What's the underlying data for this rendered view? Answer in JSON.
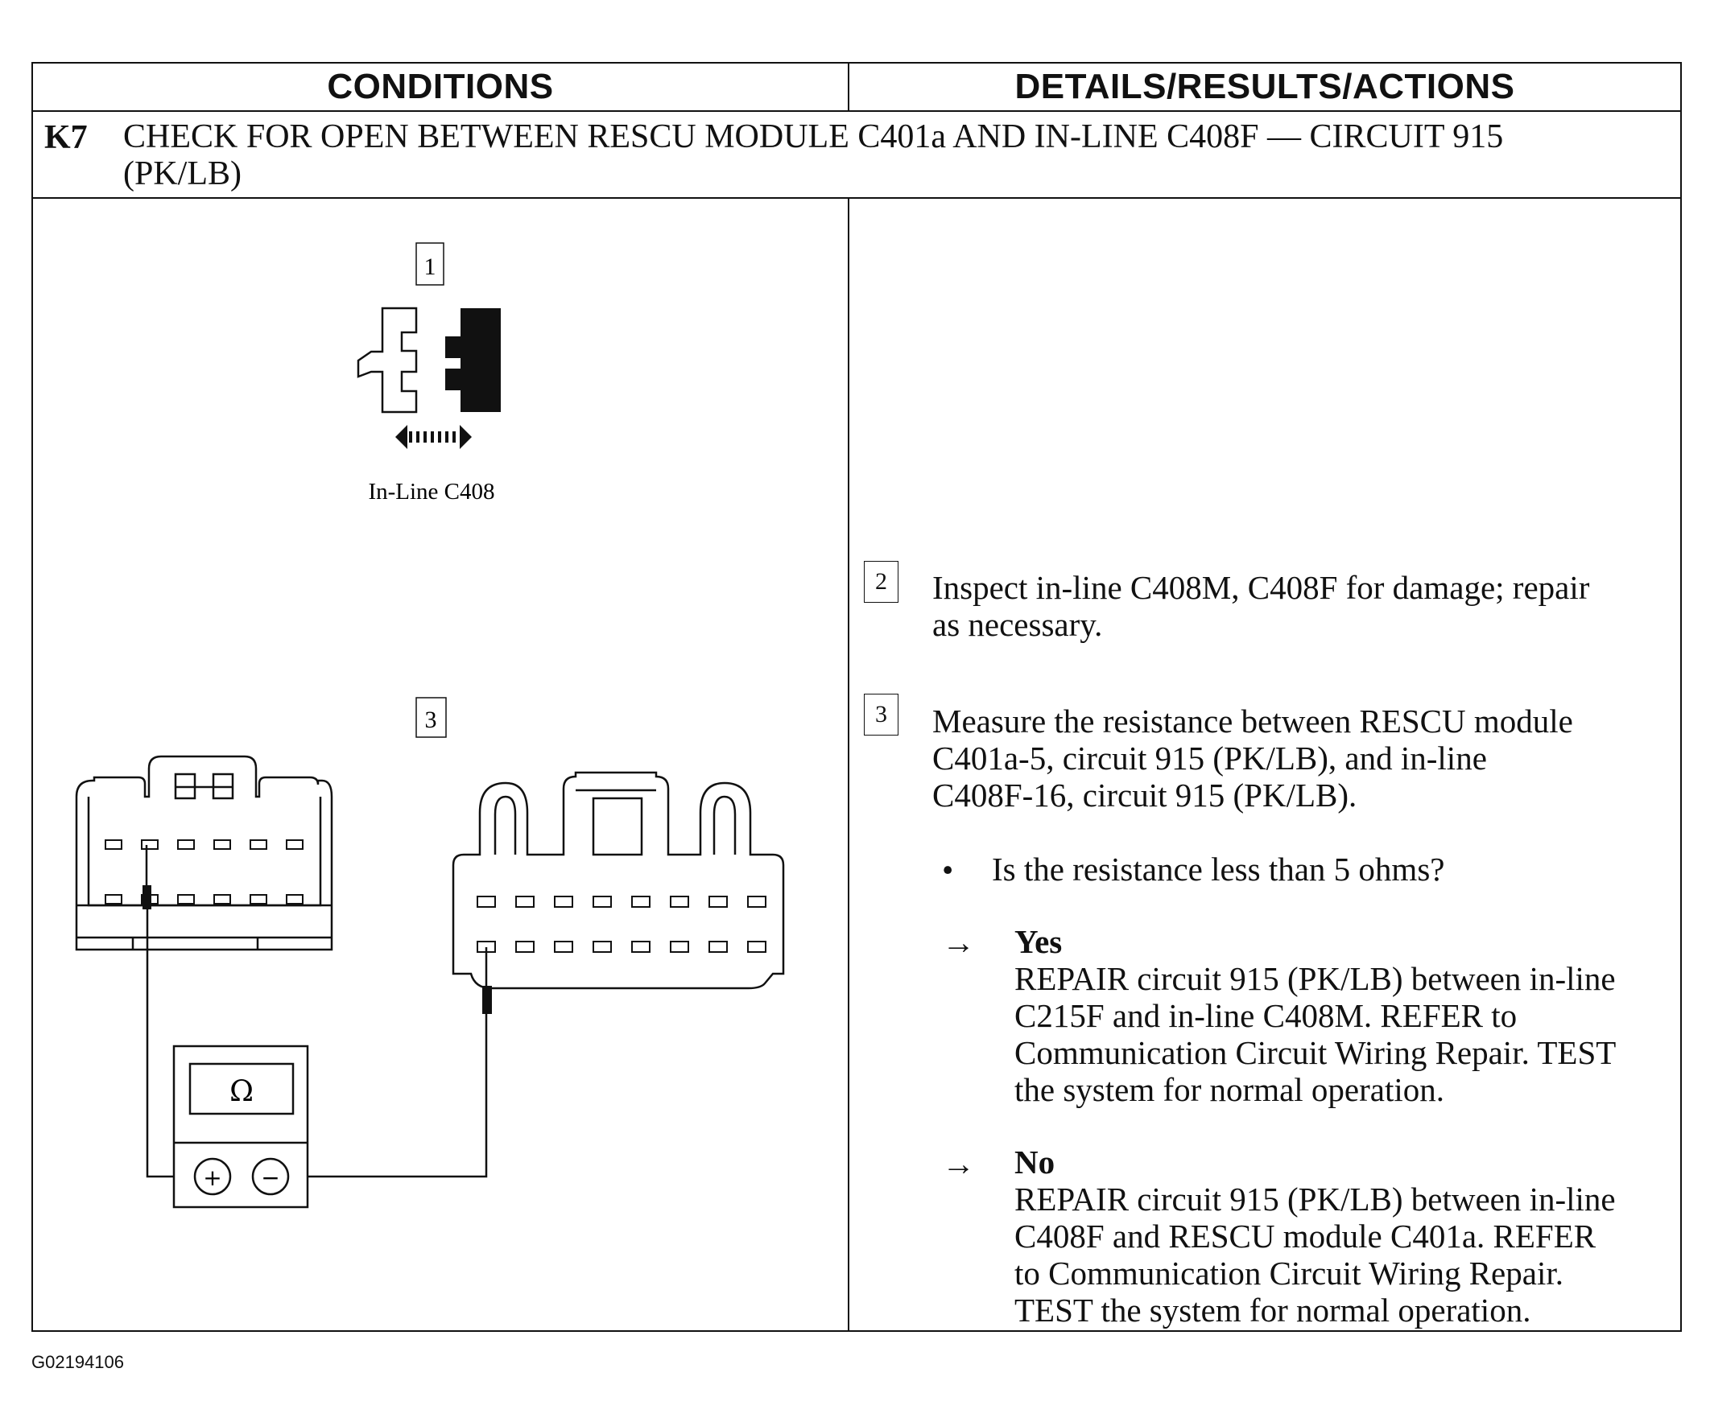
{
  "headers": {
    "conditions": "CONDITIONS",
    "details": "DETAILS/RESULTS/ACTIONS"
  },
  "step": {
    "id": "K7",
    "title_line1": "CHECK FOR OPEN BETWEEN RESCU MODULE C401a AND IN-LINE C408F — CIRCUIT 915",
    "title_line2": "(PK/LB)"
  },
  "conditions": {
    "callout_1": "1",
    "connector_label": "In-Line C408",
    "callout_3": "3",
    "meter_symbol": "Ω",
    "meter_plus": "+",
    "meter_minus": "−"
  },
  "actions": {
    "step2": {
      "num": "2",
      "line1": "Inspect in-line C408M, C408F for damage; repair",
      "line2": "as necessary."
    },
    "step3": {
      "num": "3",
      "line1": "Measure the resistance between RESCU module",
      "line2": "C401a-5, circuit 915 (PK/LB), and in-line",
      "line3": "C408F-16, circuit 915 (PK/LB)."
    },
    "question": "Is the resistance less than 5 ohms?",
    "bullet": "•",
    "arrow": "→",
    "yes": {
      "label": "Yes",
      "line1": "REPAIR circuit 915 (PK/LB) between in-line",
      "line2": "C215F and in-line C408M. REFER to",
      "line3": "Communication Circuit Wiring Repair. TEST",
      "line4": "the system for normal operation."
    },
    "no": {
      "label": "No",
      "line1": "REPAIR circuit 915 (PK/LB) between in-line",
      "line2": "C408F and RESCU module C401a. REFER",
      "line3": "to Communication Circuit Wiring Repair.",
      "line4": "TEST the system for normal operation."
    }
  },
  "figure_id": "G02194106"
}
